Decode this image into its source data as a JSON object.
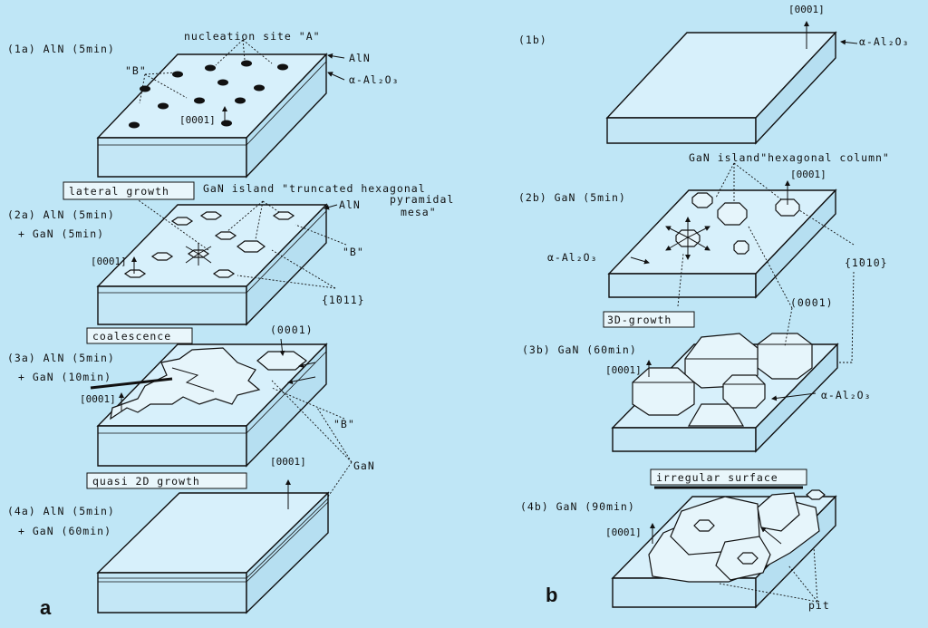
{
  "panel_a": {
    "letter": "a",
    "s1a": {
      "title": "(1a) AlN (5min)",
      "nucleation_a": "nucleation site \"A\"",
      "site_b": "\"B\"",
      "aln": "AlN",
      "substrate": "α-Al₂O₃",
      "dir": "[0001]"
    },
    "s2a": {
      "title_line1": "(2a) AlN (5min)",
      "title_line2": "+ GaN (5min)",
      "box": "lateral growth",
      "island_line1": "GaN island \"truncated hexagonal",
      "island_line2": "pyramidal",
      "island_line3": "mesa\"",
      "aln": "AlN",
      "site_b": "\"B\"",
      "dir": "[0001]",
      "plane": "{1̄011}"
    },
    "s3a": {
      "box": "coalescence",
      "title_line1": "(3a) AlN (5min)",
      "title_line2": "+ GaN (10min)",
      "dir": "[0001]",
      "plane": "(0001)",
      "site_b": "\"B\""
    },
    "s4a": {
      "box": "quasi 2D growth",
      "title_line1": "(4a) AlN (5min)",
      "title_line2": "+ GaN (60min)",
      "dir": "[0001]",
      "gan": "GaN"
    }
  },
  "panel_b": {
    "letter": "b",
    "s1b": {
      "title": "(1b)",
      "dir": "[0001]",
      "substrate": "α-Al₂O₃"
    },
    "s2b": {
      "island": "GaN island\"hexagonal column\"",
      "dir": "[0001]",
      "title": "(2b) GaN (5min)",
      "substrate": "α-Al₂O₃",
      "plane": "{1̄010}"
    },
    "s3b": {
      "plane": "(0001)",
      "box": "3D-growth",
      "title": "(3b) GaN (60min)",
      "dir": "[0001]",
      "substrate": "α-Al₂O₃"
    },
    "s4b": {
      "box": "irregular surface",
      "title": "(4b) GaN (90min)",
      "dir": "[0001]",
      "pit": "pit"
    }
  }
}
